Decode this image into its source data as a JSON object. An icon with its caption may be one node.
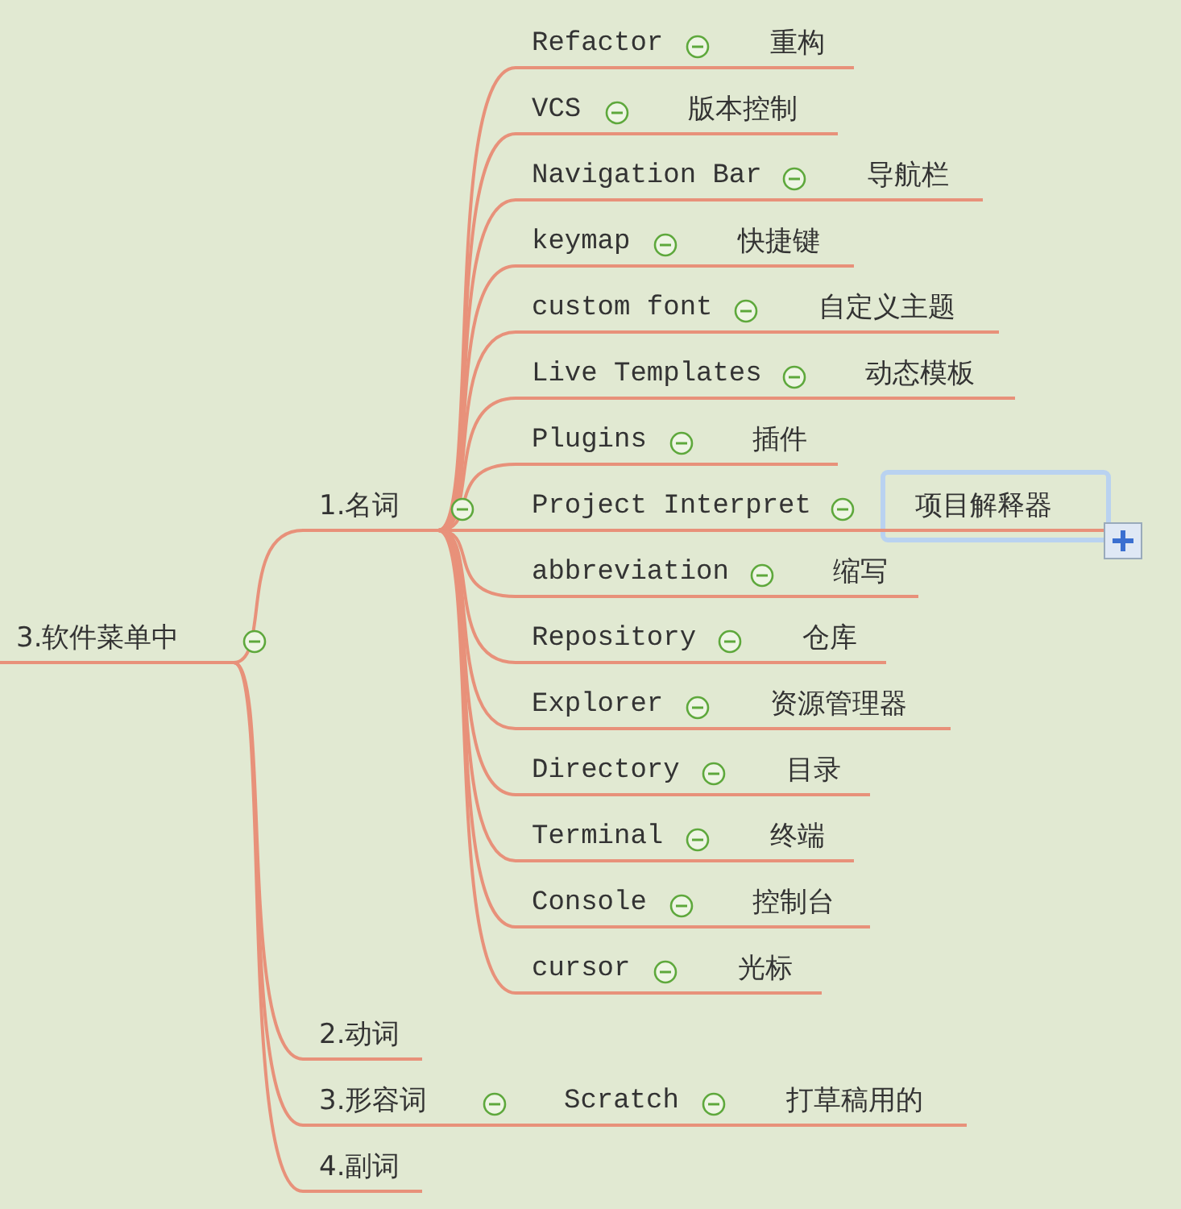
{
  "diagram": {
    "nodes": [
      {
        "text": [
          "3.软件菜单中"
        ]
      },
      {
        "text": [
          "1.名词"
        ]
      },
      {
        "text": [
          "Refactor"
        ]
      },
      {
        "text": [
          "重构"
        ]
      },
      {
        "text": [
          "VCS"
        ]
      },
      {
        "text": [
          "版本控制"
        ]
      },
      {
        "text": [
          "Navigation Bar"
        ]
      },
      {
        "text": [
          "导航栏"
        ]
      },
      {
        "text": [
          "keymap"
        ]
      },
      {
        "text": [
          "快捷键"
        ]
      },
      {
        "text": [
          "custom font"
        ]
      },
      {
        "text": [
          "自定义主题"
        ]
      },
      {
        "text": [
          "Live Templates"
        ]
      },
      {
        "text": [
          "动态模板"
        ]
      },
      {
        "text": [
          "Plugins"
        ]
      },
      {
        "text": [
          "插件"
        ]
      },
      {
        "text": [
          "Project Interpret"
        ]
      },
      {
        "text": [
          "项目解释器"
        ]
      },
      {
        "text": [
          "abbreviation"
        ]
      },
      {
        "text": [
          "缩写"
        ]
      },
      {
        "text": [
          "Repository"
        ]
      },
      {
        "text": [
          "仓库"
        ]
      },
      {
        "text": [
          "Explorer"
        ]
      },
      {
        "text": [
          "资源管理器"
        ]
      },
      {
        "text": [
          "Directory"
        ]
      },
      {
        "text": [
          "目录"
        ]
      },
      {
        "text": [
          "Terminal"
        ]
      },
      {
        "text": [
          "终端"
        ]
      },
      {
        "text": [
          "Console"
        ]
      },
      {
        "text": [
          "控制台"
        ]
      },
      {
        "text": [
          "cursor"
        ]
      },
      {
        "text": [
          "光标"
        ]
      },
      {
        "text": [
          "2.动词"
        ]
      },
      {
        "text": [
          "3.形容词"
        ]
      },
      {
        "text": [
          "Scratch"
        ]
      },
      {
        "text": [
          "打草稿用的"
        ]
      },
      {
        "text": [
          "4.副词"
        ]
      }
    ],
    "edges": [
      {
        "from": 0,
        "to": 1,
        "arrow": "none"
      },
      {
        "from": 1,
        "to": 2,
        "arrow": "none"
      },
      {
        "from": 2,
        "to": 3,
        "arrow": "none"
      },
      {
        "from": 1,
        "to": 4,
        "arrow": "none"
      },
      {
        "from": 4,
        "to": 5,
        "arrow": "none"
      },
      {
        "from": 1,
        "to": 6,
        "arrow": "none"
      },
      {
        "from": 6,
        "to": 7,
        "arrow": "none"
      },
      {
        "from": 1,
        "to": 8,
        "arrow": "none"
      },
      {
        "from": 8,
        "to": 9,
        "arrow": "none"
      },
      {
        "from": 1,
        "to": 10,
        "arrow": "none"
      },
      {
        "from": 10,
        "to": 11,
        "arrow": "none"
      },
      {
        "from": 1,
        "to": 12,
        "arrow": "none"
      },
      {
        "from": 12,
        "to": 13,
        "arrow": "none"
      },
      {
        "from": 1,
        "to": 14,
        "arrow": "none"
      },
      {
        "from": 14,
        "to": 15,
        "arrow": "none"
      },
      {
        "from": 1,
        "to": 16,
        "arrow": "none"
      },
      {
        "from": 16,
        "to": 17,
        "arrow": "none"
      },
      {
        "from": 1,
        "to": 18,
        "arrow": "none"
      },
      {
        "from": 18,
        "to": 19,
        "arrow": "none"
      },
      {
        "from": 1,
        "to": 20,
        "arrow": "none"
      },
      {
        "from": 20,
        "to": 21,
        "arrow": "none"
      },
      {
        "from": 1,
        "to": 22,
        "arrow": "none"
      },
      {
        "from": 22,
        "to": 23,
        "arrow": "none"
      },
      {
        "from": 1,
        "to": 24,
        "arrow": "none"
      },
      {
        "from": 24,
        "to": 25,
        "arrow": "none"
      },
      {
        "from": 1,
        "to": 26,
        "arrow": "none"
      },
      {
        "from": 26,
        "to": 27,
        "arrow": "none"
      },
      {
        "from": 1,
        "to": 28,
        "arrow": "none"
      },
      {
        "from": 28,
        "to": 29,
        "arrow": "none"
      },
      {
        "from": 1,
        "to": 30,
        "arrow": "none"
      },
      {
        "from": 30,
        "to": 31,
        "arrow": "none"
      },
      {
        "from": 0,
        "to": 32,
        "arrow": "none"
      },
      {
        "from": 0,
        "to": 33,
        "arrow": "none"
      },
      {
        "from": 33,
        "to": 34,
        "arrow": "none"
      },
      {
        "from": 34,
        "to": 35,
        "arrow": "none"
      },
      {
        "from": 0,
        "to": 36,
        "arrow": "none"
      }
    ]
  }
}
